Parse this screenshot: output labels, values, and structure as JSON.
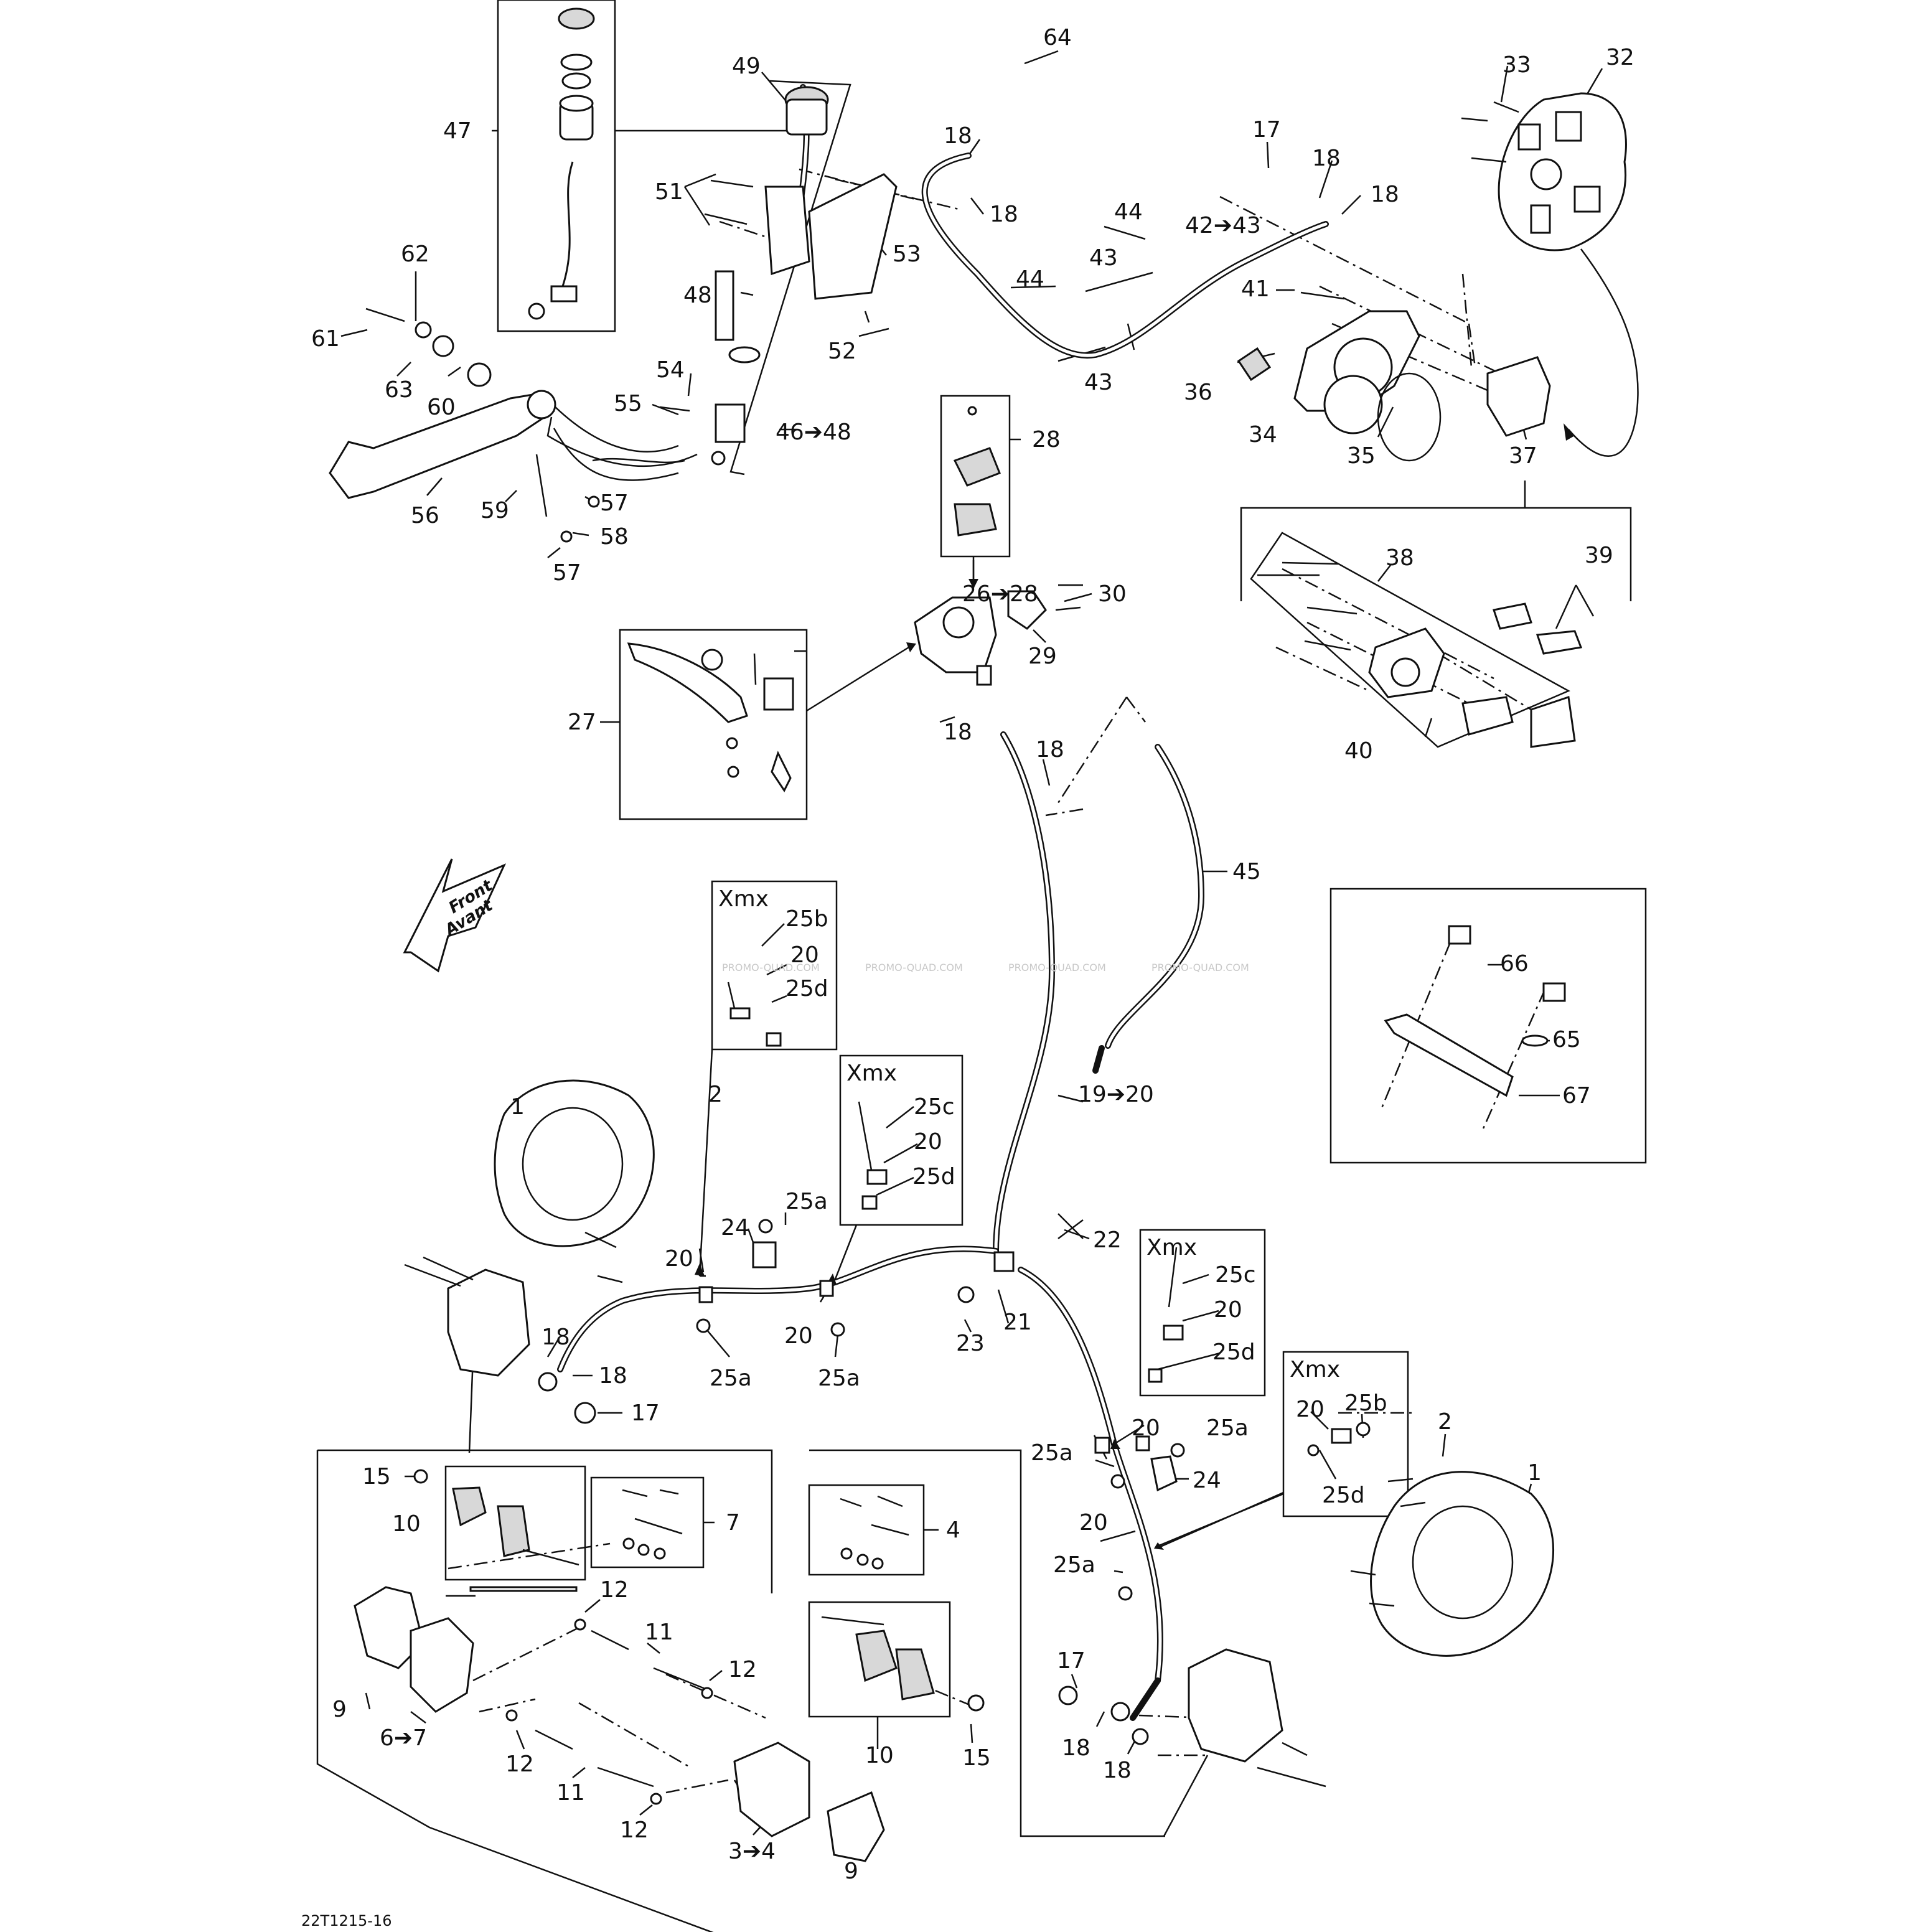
{
  "diagram": {
    "code": "22T1215-16",
    "watermark": "PROMO-QUAD.COM",
    "front_arrow": {
      "line1": "Front",
      "line2": "Avant"
    },
    "boxes": {
      "xmx1": {
        "title": "Xmx",
        "labels": [
          "25b",
          "20",
          "25d"
        ]
      },
      "xmx2": {
        "title": "Xmx",
        "labels": [
          "25c",
          "20",
          "25d"
        ]
      },
      "xmx3": {
        "title": "Xmx",
        "labels": [
          "25c",
          "20",
          "25d"
        ]
      },
      "xmx4": {
        "title": "Xmx",
        "labels": [
          "20",
          "25b",
          "25d"
        ]
      }
    },
    "labels": [
      {
        "id": "l64",
        "text": "64"
      },
      {
        "id": "l49",
        "text": "49"
      },
      {
        "id": "l47",
        "text": "47"
      },
      {
        "id": "l18a",
        "text": "18"
      },
      {
        "id": "l18b",
        "text": "18"
      },
      {
        "id": "l17a",
        "text": "17"
      },
      {
        "id": "l18c",
        "text": "18"
      },
      {
        "id": "l18d",
        "text": "18"
      },
      {
        "id": "l33",
        "text": "33"
      },
      {
        "id": "l32",
        "text": "32"
      },
      {
        "id": "l51",
        "text": "51"
      },
      {
        "id": "l53",
        "text": "53"
      },
      {
        "id": "l44a",
        "text": "44"
      },
      {
        "id": "l42",
        "text": "42➔43"
      },
      {
        "id": "l43a",
        "text": "43"
      },
      {
        "id": "l44b",
        "text": "44"
      },
      {
        "id": "l41",
        "text": "41"
      },
      {
        "id": "l62",
        "text": "62"
      },
      {
        "id": "l48",
        "text": "48"
      },
      {
        "id": "l61",
        "text": "61"
      },
      {
        "id": "l52",
        "text": "52"
      },
      {
        "id": "l43b",
        "text": "43"
      },
      {
        "id": "l54",
        "text": "54"
      },
      {
        "id": "l63",
        "text": "63"
      },
      {
        "id": "l60",
        "text": "60"
      },
      {
        "id": "l55",
        "text": "55"
      },
      {
        "id": "l46",
        "text": "46➔48"
      },
      {
        "id": "l36",
        "text": "36"
      },
      {
        "id": "l34",
        "text": "34"
      },
      {
        "id": "l35",
        "text": "35"
      },
      {
        "id": "l37",
        "text": "37"
      },
      {
        "id": "l28",
        "text": "28"
      },
      {
        "id": "l56",
        "text": "56"
      },
      {
        "id": "l59",
        "text": "59"
      },
      {
        "id": "l57a",
        "text": "57"
      },
      {
        "id": "l58",
        "text": "58"
      },
      {
        "id": "l57b",
        "text": "57"
      },
      {
        "id": "l38",
        "text": "38"
      },
      {
        "id": "l39",
        "text": "39"
      },
      {
        "id": "l26",
        "text": "26➔28"
      },
      {
        "id": "l30",
        "text": "30"
      },
      {
        "id": "l29",
        "text": "29"
      },
      {
        "id": "l27",
        "text": "27"
      },
      {
        "id": "l18e",
        "text": "18"
      },
      {
        "id": "l18f",
        "text": "18"
      },
      {
        "id": "l40",
        "text": "40"
      },
      {
        "id": "l45",
        "text": "45"
      },
      {
        "id": "l66",
        "text": "66"
      },
      {
        "id": "l65",
        "text": "65"
      },
      {
        "id": "l67",
        "text": "67"
      },
      {
        "id": "l19",
        "text": "19➔20"
      },
      {
        "id": "l2a",
        "text": "2"
      },
      {
        "id": "l1a",
        "text": "1"
      },
      {
        "id": "l25a1",
        "text": "25a"
      },
      {
        "id": "l24a",
        "text": "24"
      },
      {
        "id": "l22",
        "text": "22"
      },
      {
        "id": "l20a",
        "text": "20"
      },
      {
        "id": "l20b",
        "text": "20"
      },
      {
        "id": "l21",
        "text": "21"
      },
      {
        "id": "l23",
        "text": "23"
      },
      {
        "id": "l18g",
        "text": "18"
      },
      {
        "id": "l18h",
        "text": "18"
      },
      {
        "id": "l17b",
        "text": "17"
      },
      {
        "id": "l25a2",
        "text": "25a"
      },
      {
        "id": "l25a3",
        "text": "25a"
      },
      {
        "id": "l20c",
        "text": "20"
      },
      {
        "id": "l25a4",
        "text": "25a"
      },
      {
        "id": "l25a5",
        "text": "25a"
      },
      {
        "id": "l24b",
        "text": "24"
      },
      {
        "id": "l20d",
        "text": "20"
      },
      {
        "id": "l25a6",
        "text": "25a"
      },
      {
        "id": "l2b",
        "text": "2"
      },
      {
        "id": "l1b",
        "text": "1"
      },
      {
        "id": "l15a",
        "text": "15"
      },
      {
        "id": "l10a",
        "text": "10"
      },
      {
        "id": "l7",
        "text": "7"
      },
      {
        "id": "l4",
        "text": "4"
      },
      {
        "id": "l12a",
        "text": "12"
      },
      {
        "id": "l11a",
        "text": "11"
      },
      {
        "id": "l12b",
        "text": "12"
      },
      {
        "id": "l9a",
        "text": "9"
      },
      {
        "id": "l6",
        "text": "6➔7"
      },
      {
        "id": "l12c",
        "text": "12"
      },
      {
        "id": "l11b",
        "text": "11"
      },
      {
        "id": "l12d",
        "text": "12"
      },
      {
        "id": "l10b",
        "text": "10"
      },
      {
        "id": "l15b",
        "text": "15"
      },
      {
        "id": "l3",
        "text": "3➔4"
      },
      {
        "id": "l9b",
        "text": "9"
      },
      {
        "id": "l17c",
        "text": "17"
      },
      {
        "id": "l18i",
        "text": "18"
      },
      {
        "id": "l18j",
        "text": "18"
      }
    ]
  }
}
